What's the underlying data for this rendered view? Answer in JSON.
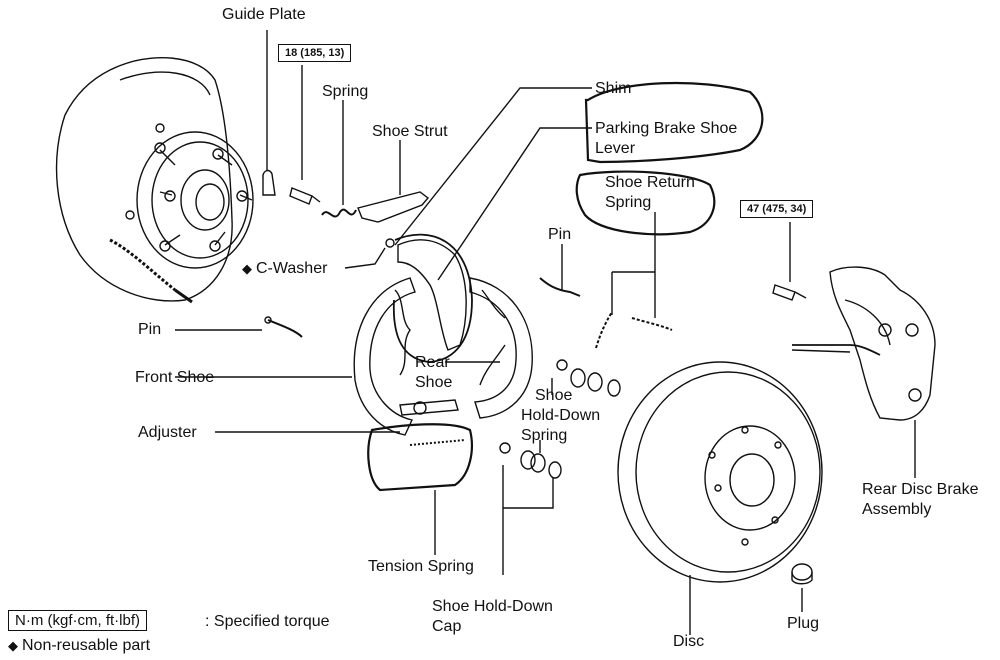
{
  "labels": {
    "guide_plate": "Guide Plate",
    "spring": "Spring",
    "shoe_strut": "Shoe Strut",
    "shim": "Shim",
    "parking_brake_shoe_lever_1": "Parking Brake Shoe",
    "parking_brake_shoe_lever_2": "Lever",
    "shoe_return_spring_1": "Shoe Return",
    "shoe_return_spring_2": "Spring",
    "c_washer": "C-Washer",
    "pin_top": "Pin",
    "pin_left": "Pin",
    "front_shoe": "Front Shoe",
    "rear_shoe_1": "Rear",
    "rear_shoe_2": "Shoe",
    "shoe_hold_down_spring_1": "Shoe",
    "shoe_hold_down_spring_2": "Hold-Down",
    "shoe_hold_down_spring_3": "Spring",
    "adjuster": "Adjuster",
    "tension_spring": "Tension Spring",
    "shoe_hold_down_cap_1": "Shoe Hold-Down",
    "shoe_hold_down_cap_2": "Cap",
    "disc": "Disc",
    "plug": "Plug",
    "rear_disc_brake_assembly_1": "Rear Disc Brake",
    "rear_disc_brake_assembly_2": "Assembly"
  },
  "torque_specs": {
    "guide_plate_bolt": "18 (185, 13)",
    "caliper_bolt": "47 (475, 34)"
  },
  "legend": {
    "unit_box": "N·m (kgf·cm, ft·lbf)",
    "unit_desc": ": Specified torque",
    "non_reusable": "Non-reusable part",
    "marker": "◆"
  }
}
